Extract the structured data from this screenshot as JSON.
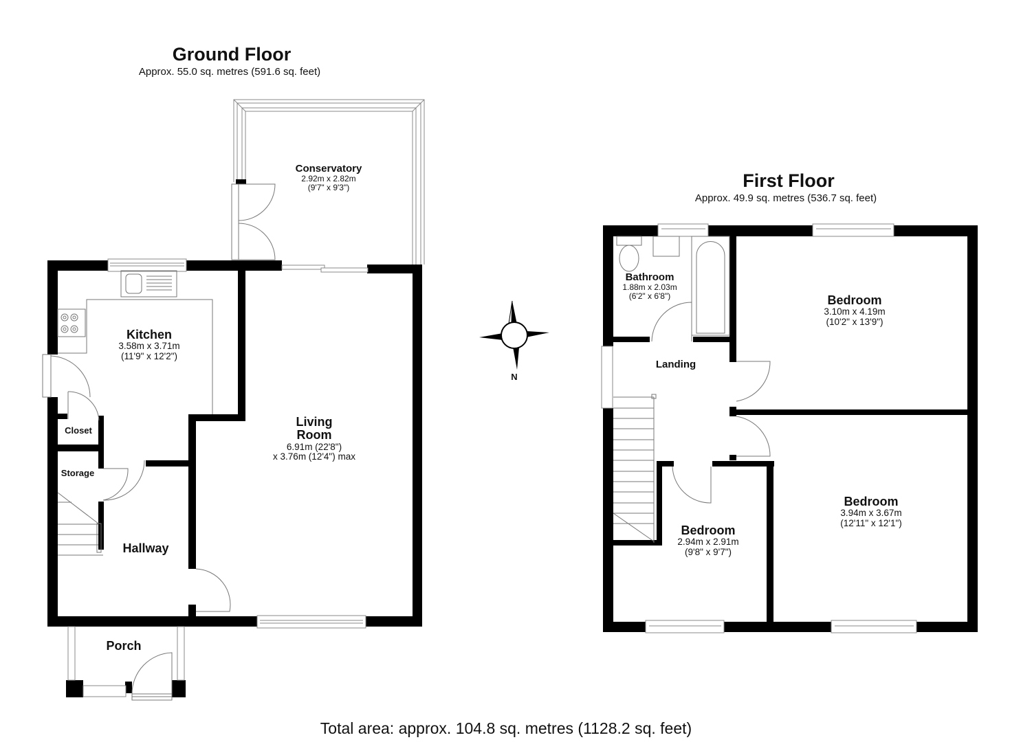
{
  "ground_floor": {
    "title": "Ground Floor",
    "area": "Approx. 55.0 sq. metres (591.6 sq. feet)",
    "rooms": {
      "conservatory": {
        "name": "Conservatory",
        "dim_m": "2.92m x 2.82m",
        "dim_ft": "(9'7\" x 9'3\")"
      },
      "kitchen": {
        "name": "Kitchen",
        "dim_m": "3.58m x 3.71m",
        "dim_ft": "(11'9\" x 12'2\")"
      },
      "living_room": {
        "name_line1": "Living",
        "name_line2": "Room",
        "dim_line1": "6.91m (22'8\")",
        "dim_line2": "x 3.76m (12'4\") max"
      },
      "closet": {
        "name": "Closet"
      },
      "storage": {
        "name": "Storage"
      },
      "hallway": {
        "name": "Hallway"
      },
      "porch": {
        "name": "Porch"
      }
    }
  },
  "first_floor": {
    "title": "First Floor",
    "area": "Approx. 49.9 sq. metres (536.7 sq. feet)",
    "rooms": {
      "bathroom": {
        "name": "Bathroom",
        "dim_m": "1.88m x 2.03m",
        "dim_ft": "(6'2\" x 6'8\")"
      },
      "landing": {
        "name": "Landing"
      },
      "bedroom_rear": {
        "name": "Bedroom",
        "dim_m": "3.10m x 4.19m",
        "dim_ft": "(10'2\" x 13'9\")"
      },
      "bedroom_front_large": {
        "name": "Bedroom",
        "dim_m": "3.94m x 3.67m",
        "dim_ft": "(12'11\" x 12'1\")"
      },
      "bedroom_small": {
        "name": "Bedroom",
        "dim_m": "2.94m x 2.91m",
        "dim_ft": "(9'8\" x 9'7\")"
      }
    }
  },
  "compass": {
    "icon": "compass-rose-icon",
    "north_label": "N"
  },
  "total_area": "Total area: approx. 104.8 sq. metres (1128.2 sq. feet)",
  "colors": {
    "wall": "#000000",
    "line": "#777777",
    "background": "#ffffff"
  }
}
